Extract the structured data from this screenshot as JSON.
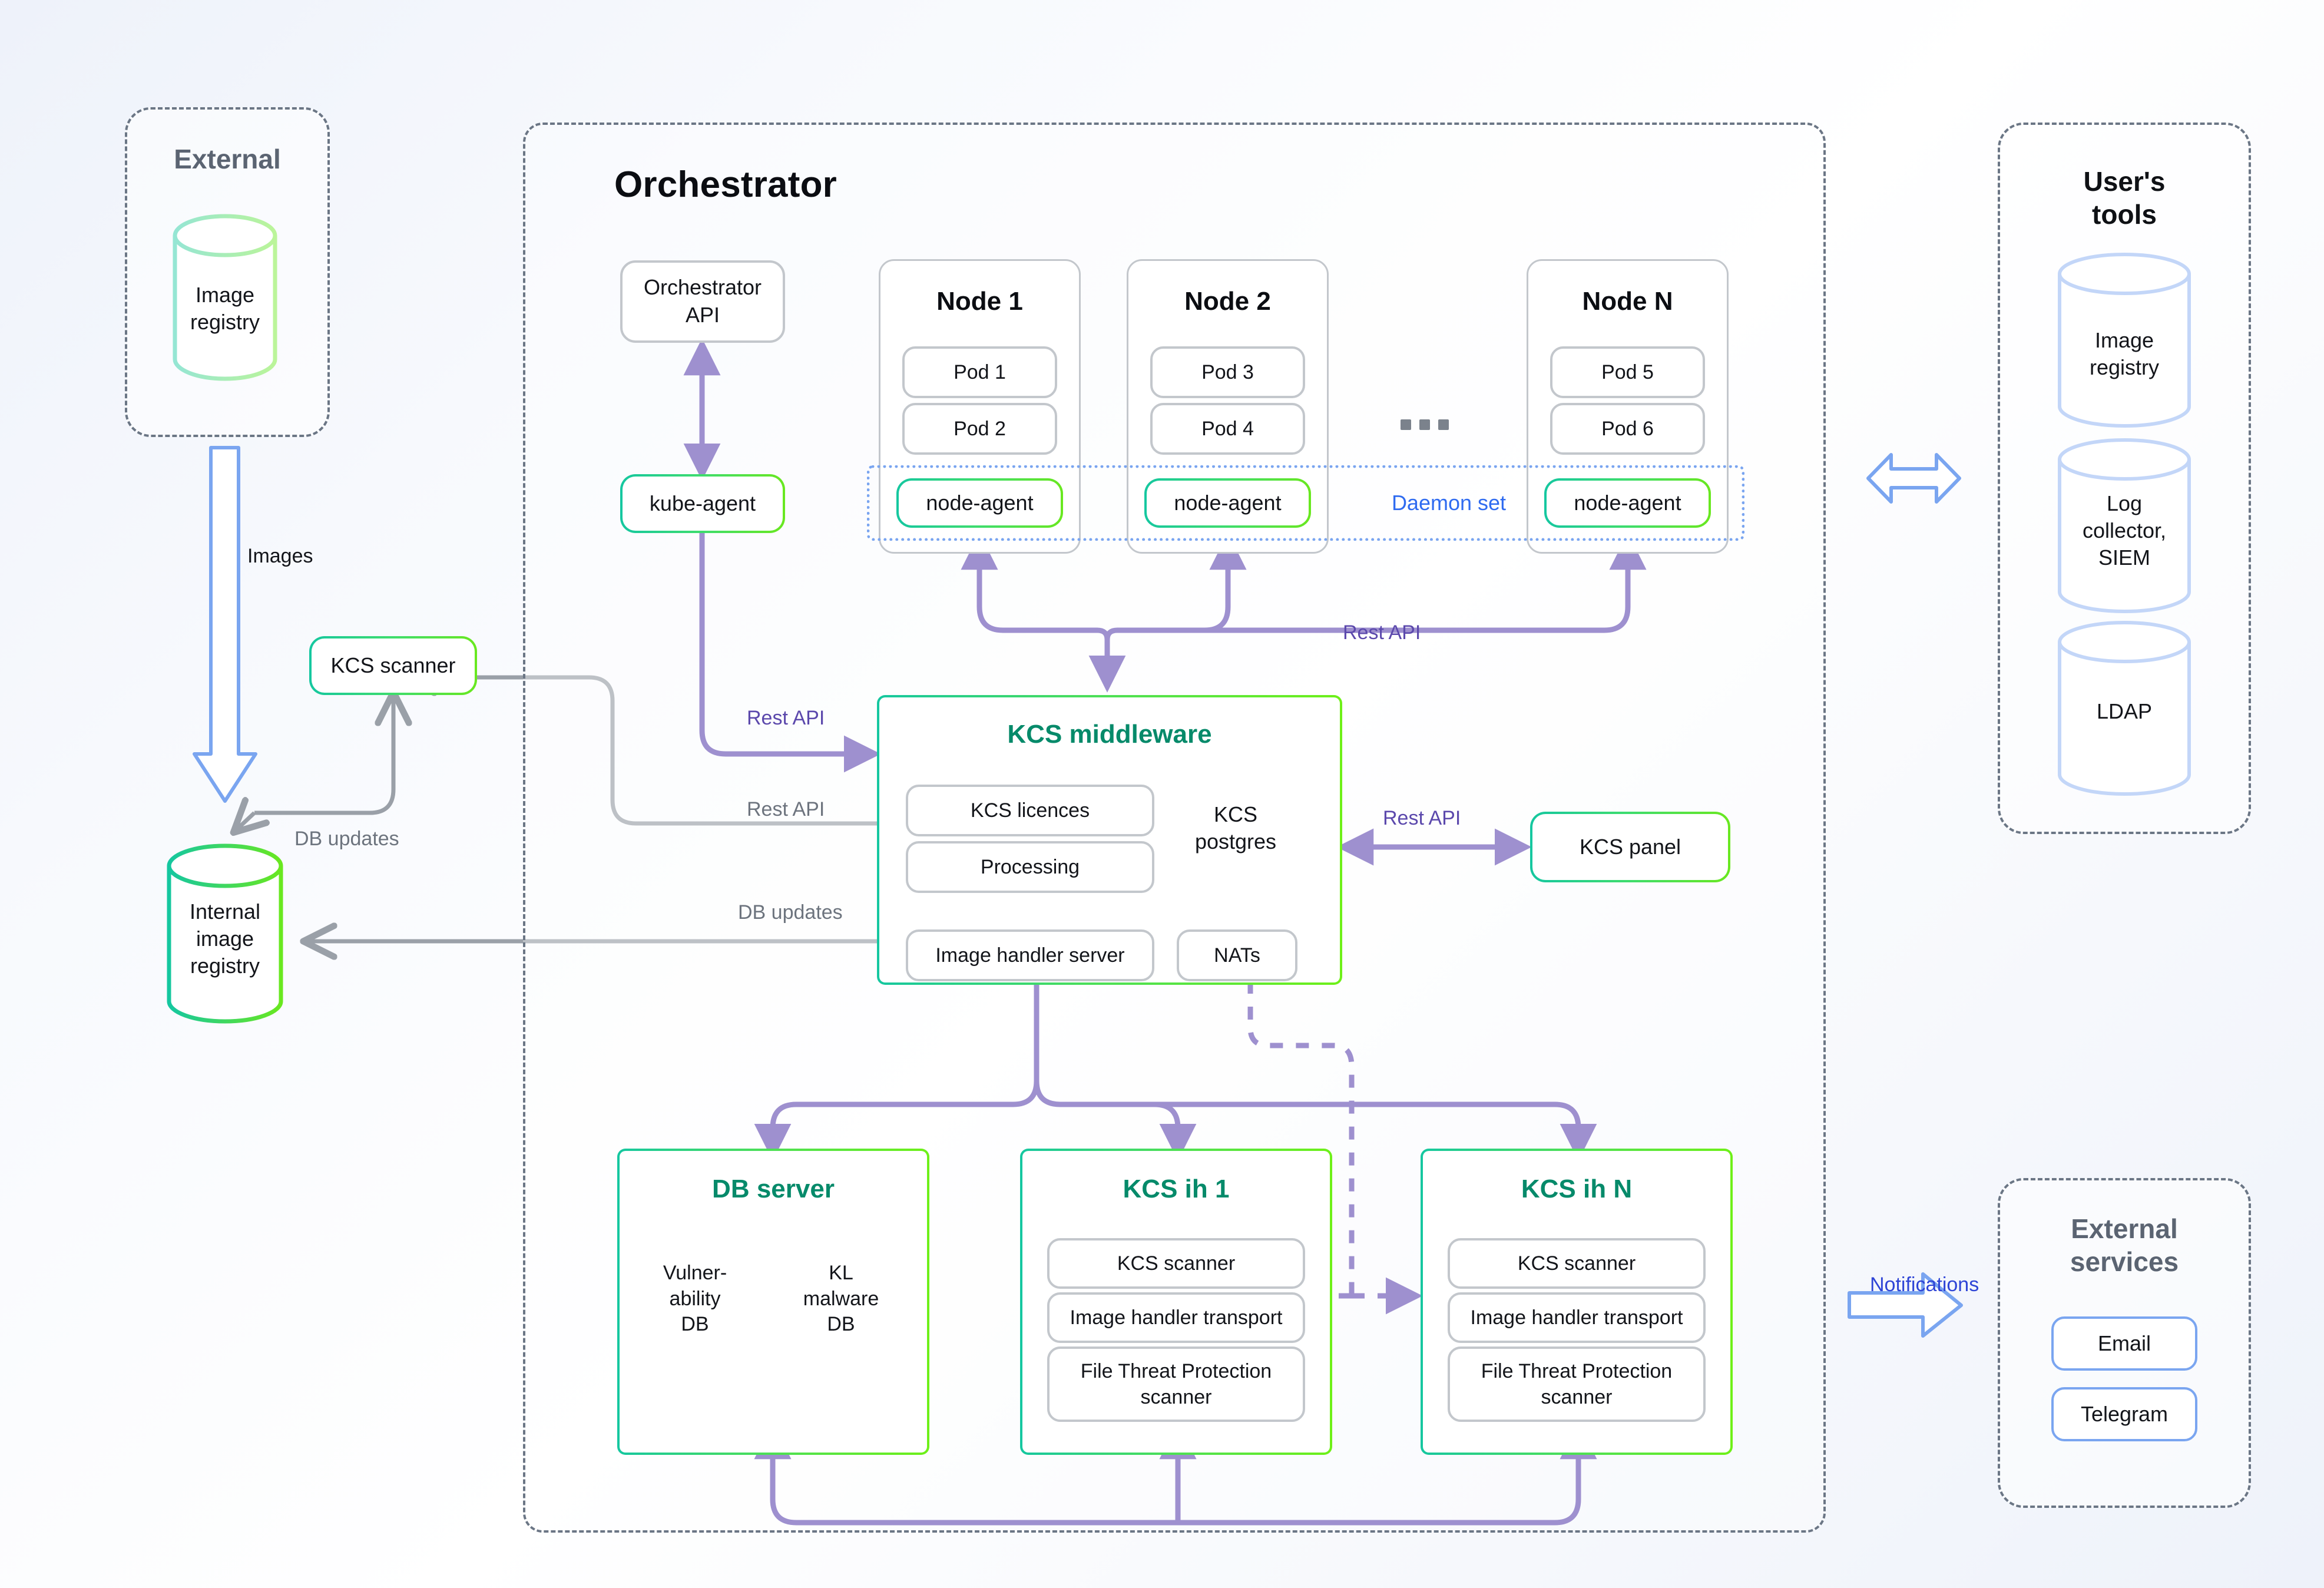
{
  "diagram": {
    "title": "Kaspersky Container Security architecture",
    "colors": {
      "green_start": "#15c7a0",
      "green_end": "#69e81f",
      "teal_title": "#068a6a",
      "purple_arrow": "#6a55b5",
      "grey_arrow": "#9aa0a8",
      "blue_accent": "#7aa5f0",
      "blue_text": "#2f6bf0",
      "dash_grey": "#6b7685"
    }
  },
  "external_group": {
    "title": "External",
    "registry": {
      "label_line1": "Image",
      "label_line2": "registry"
    }
  },
  "internal": {
    "kcs_scanner": "KCS scanner",
    "registry": {
      "line1": "Internal",
      "line2": "image",
      "line3": "registry"
    }
  },
  "orchestrator": {
    "title": "Orchestrator",
    "orchestrator_api": {
      "line1": "Orchestrator",
      "line2": "API"
    },
    "kube_agent": "kube-agent",
    "daemon_set_label": "Daemon set",
    "nodes": [
      {
        "name": "Node 1",
        "pods": [
          "Pod 1",
          "Pod 2"
        ],
        "agent": "node-agent"
      },
      {
        "name": "Node 2",
        "pods": [
          "Pod 3",
          "Pod 4"
        ],
        "agent": "node-agent"
      },
      {
        "name": "Node N",
        "pods": [
          "Pod 5",
          "Pod 6"
        ],
        "agent": "node-agent"
      }
    ],
    "ellipsis": "...",
    "middleware": {
      "title": "KCS middleware",
      "items": [
        "KCS licences",
        "Processing",
        "Image handler server",
        "NATs"
      ],
      "postgres": {
        "line1": "KCS",
        "line2": "postgres"
      }
    },
    "kcs_panel": "KCS panel",
    "db_server": {
      "title": "DB server",
      "databases": [
        {
          "line1": "Vulner-",
          "line2": "ability",
          "line3": "DB"
        },
        {
          "line1": "KL",
          "line2": "malware",
          "line3": "DB"
        }
      ]
    },
    "image_handlers": [
      {
        "title": "KCS ih 1",
        "items": [
          "KCS scanner",
          "Image handler transport",
          "File Threat Protection scanner"
        ]
      },
      {
        "title": "KCS ih N",
        "items": [
          "KCS scanner",
          "Image handler transport",
          "File Threat Protection scanner"
        ]
      }
    ]
  },
  "users_tools": {
    "title_line1": "User's",
    "title_line2": "tools",
    "items": [
      {
        "line1": "Image",
        "line2": "registry",
        "line3": ""
      },
      {
        "line1": "Log",
        "line2": "collector,",
        "line3": "SIEM"
      },
      {
        "line1": "LDAP",
        "line2": "",
        "line3": ""
      }
    ]
  },
  "external_services": {
    "title_line1": "External",
    "title_line2": "services",
    "items": [
      "Email",
      "Telegram"
    ]
  },
  "edge_labels": {
    "images": "Images",
    "db_updates_left": "DB updates",
    "db_updates_mid": "DB updates",
    "rest_api_kube": "Rest API",
    "rest_api_scanner": "Rest API",
    "rest_api_nodes": "Rest API",
    "rest_api_panel": "Rest API",
    "notifications": "Notifications"
  }
}
